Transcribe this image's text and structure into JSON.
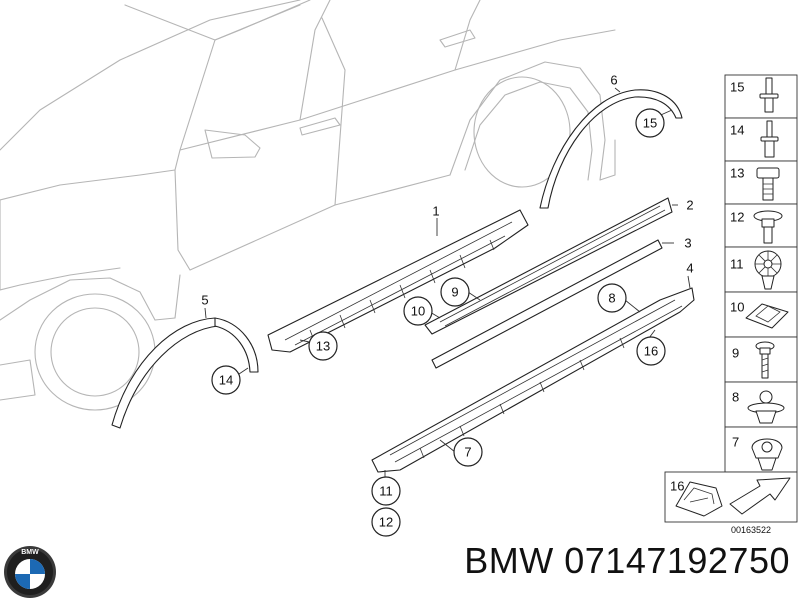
{
  "diagram": {
    "callouts": [
      {
        "id": "c-1",
        "label": "1"
      },
      {
        "id": "c-2",
        "label": "2"
      },
      {
        "id": "c-3",
        "label": "3"
      },
      {
        "id": "c-4",
        "label": "4"
      },
      {
        "id": "c-5",
        "label": "5"
      },
      {
        "id": "c-6",
        "label": "6"
      },
      {
        "id": "c-7",
        "label": "7"
      },
      {
        "id": "c-8",
        "label": "8"
      },
      {
        "id": "c-9",
        "label": "9"
      },
      {
        "id": "c-10",
        "label": "10"
      },
      {
        "id": "c-11",
        "label": "11"
      },
      {
        "id": "c-12",
        "label": "12"
      },
      {
        "id": "c-13",
        "label": "13"
      },
      {
        "id": "c-14",
        "label": "14"
      },
      {
        "id": "c-15",
        "label": "15"
      },
      {
        "id": "c-16",
        "label": "16"
      }
    ],
    "legend": [
      {
        "label": "15",
        "icon": "rivet-pin-icon"
      },
      {
        "label": "14",
        "icon": "long-rivet-icon"
      },
      {
        "label": "13",
        "icon": "hex-bolt-icon"
      },
      {
        "label": "12",
        "icon": "flange-screw-icon"
      },
      {
        "label": "11",
        "icon": "expansion-clip-icon"
      },
      {
        "label": "10",
        "icon": "square-clip-icon"
      },
      {
        "label": "9",
        "icon": "screw-icon"
      },
      {
        "label": "8",
        "icon": "push-clip-icon"
      },
      {
        "label": "7",
        "icon": "spring-nut-icon"
      },
      {
        "label": "16",
        "icon": "mount-bracket-icon"
      }
    ],
    "reference_code": "00163522"
  },
  "brand": {
    "logo_text": "BMW",
    "caption": "BMW 07147192750"
  },
  "colors": {
    "ink": "#111111",
    "car_outline": "#b5b5b5",
    "background": "#ffffff"
  }
}
